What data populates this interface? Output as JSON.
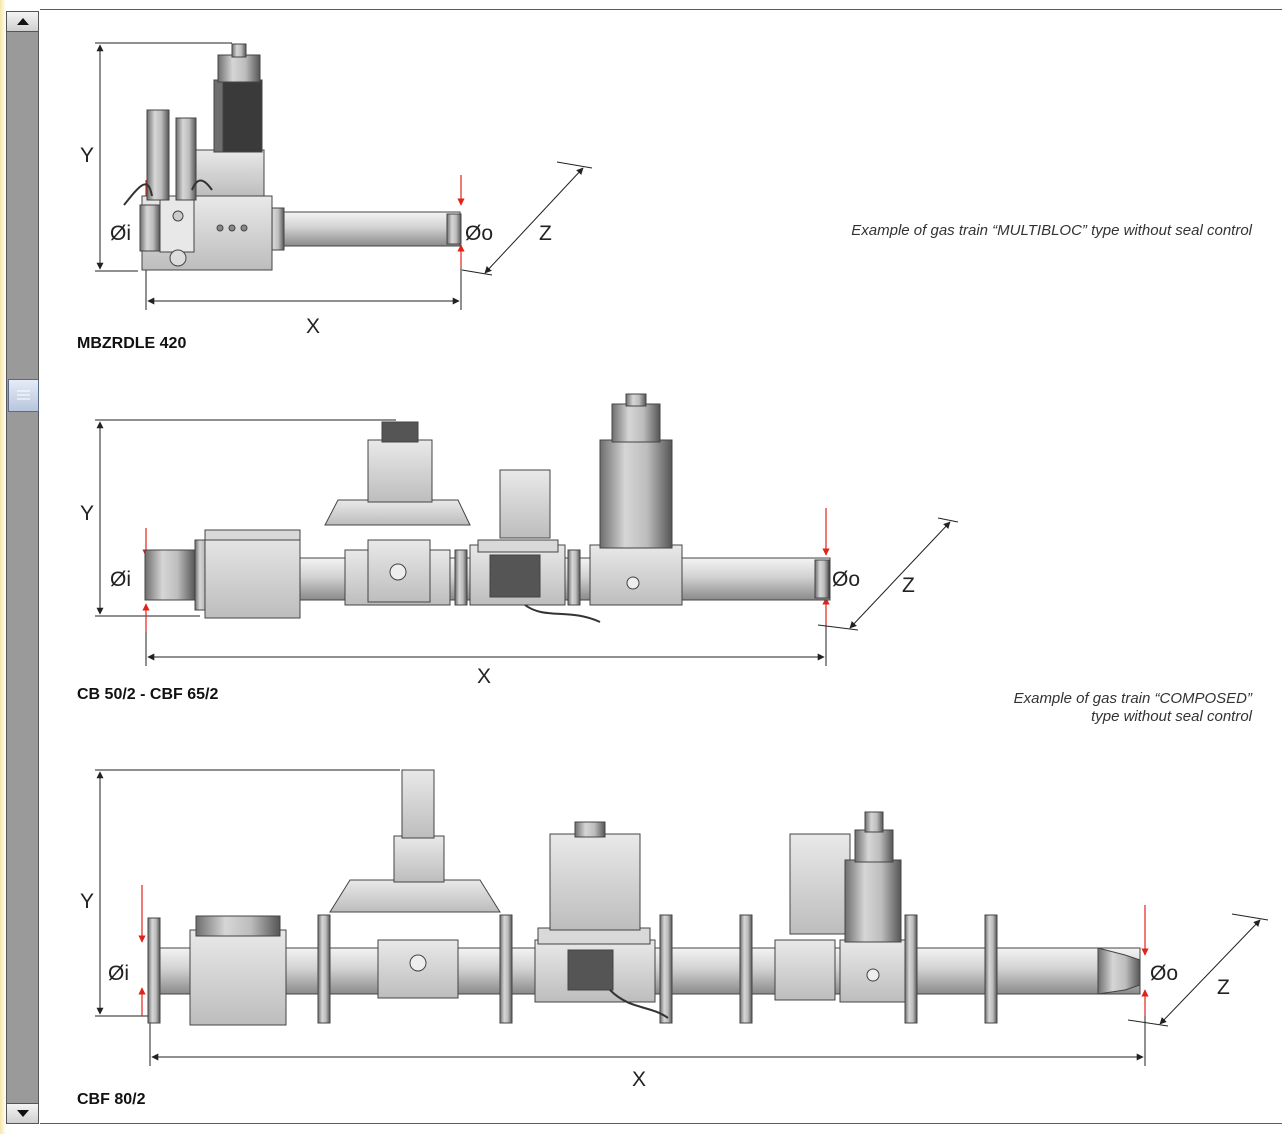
{
  "colors": {
    "rule": "#e2231a",
    "arrow": "#e2231a",
    "scrollbar_track": "#9a9a9a"
  },
  "scrollbar": {
    "up_icon": "triangle-up-icon",
    "down_icon": "triangle-down-icon",
    "thumb_icon": "grip-lines-icon"
  },
  "trains": [
    {
      "model": "MBZRDLE 420",
      "dim_y": "Y",
      "dim_x": "X",
      "dim_z": "Z",
      "inlet": "Øi",
      "outlet": "Øo"
    },
    {
      "model": "CB 50/2 - CBF 65/2",
      "dim_y": "Y",
      "dim_x": "X",
      "dim_z": "Z",
      "inlet": "Øi",
      "outlet": "Øo"
    },
    {
      "model": "CBF 80/2",
      "dim_y": "Y",
      "dim_x": "X",
      "dim_z": "Z",
      "inlet": "Øi",
      "outlet": "Øo"
    }
  ],
  "captions": {
    "multibloc": "Example of gas train “MULTIBLOC” type without seal control",
    "composed_line1": "Example of gas train “COMPOSED”",
    "composed_line2": "type without seal control"
  }
}
